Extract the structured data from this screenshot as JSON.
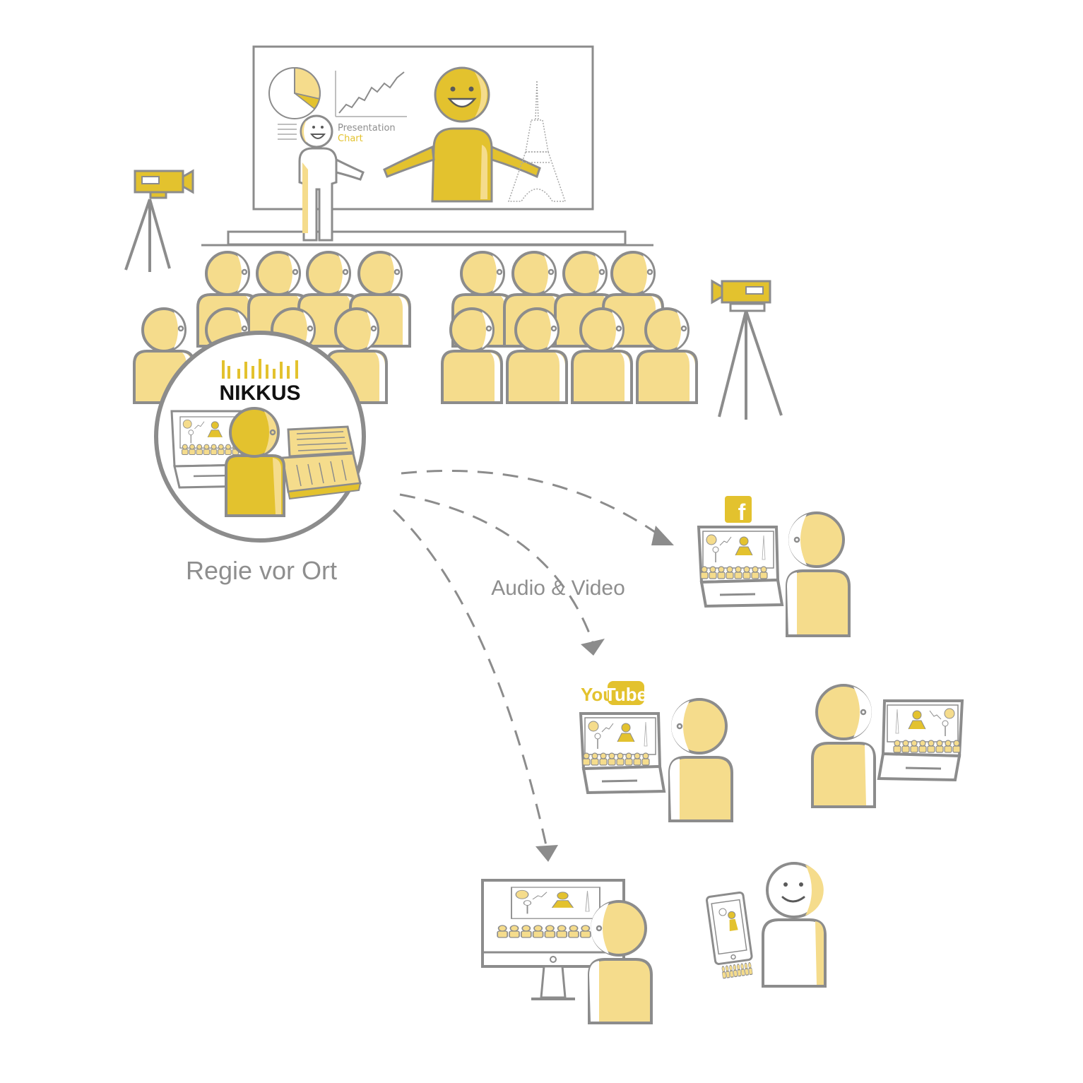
{
  "slide": {
    "chart_label_line1": "Presentation",
    "chart_label_line2": "Chart"
  },
  "control_room": {
    "brand": "NIKKUS",
    "caption": "Regie vor Ort"
  },
  "stream": {
    "label": "Audio & Video"
  },
  "platforms": {
    "facebook_glyph": "f",
    "youtube_you": "You",
    "youtube_tube": "Tube"
  },
  "colors": {
    "accent": "#e3c22e",
    "accent_light": "#f5dc8c",
    "outline": "#8c8c8c",
    "text_gray": "#8e8e8e"
  },
  "icons": [
    "video-camera-icon",
    "tripod-icon",
    "facebook-logo-icon",
    "youtube-logo-icon",
    "laptop-icon",
    "monitor-icon",
    "smartphone-icon",
    "mixing-console-icon",
    "eiffel-tower-icon"
  ]
}
